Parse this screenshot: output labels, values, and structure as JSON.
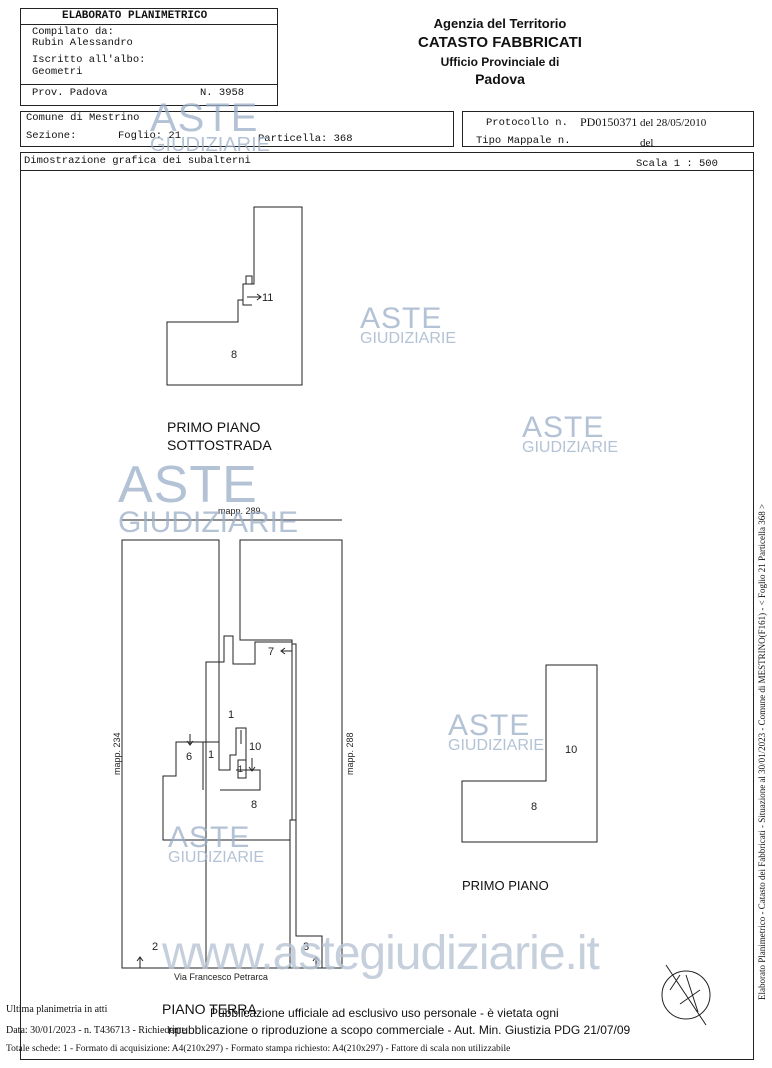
{
  "header": {
    "title": "ELABORATO PLANIMETRICO",
    "compiled_label": "Compilato da:",
    "compiled_by": "Rubin Alessandro",
    "registered_label": "Iscritto all'albo:",
    "registered_value": "Geometri",
    "province": "Prov. Padova",
    "number": "N.  3958",
    "agency_line1": "Agenzia del Territorio",
    "agency_line2": "CATASTO FABBRICATI",
    "agency_line3": "Ufficio Provinciale di",
    "agency_line4": "Padova"
  },
  "info": {
    "comune": "Comune di Mestrino",
    "sezione": "Sezione:",
    "foglio": "Foglio: 21",
    "particella": "Particella: 368",
    "protocollo_label": "Protocollo n.",
    "protocollo_value": "PD0150371",
    "protocollo_date": "del 28/05/2010",
    "tipo_mappale": "Tipo Mappale n.",
    "tipo_del": "del",
    "dimostrazione": "Dimostrazione grafica dei subalterni",
    "scala": "Scala 1 : 500"
  },
  "plans": {
    "sottostrada_title_1": "PRIMO PIANO",
    "sottostrada_title_2": "SOTTOSTRADA",
    "sottostrada_8": "8",
    "sottostrada_11": "11",
    "terra_title": "PIANO TERRA",
    "terra_1a": "1",
    "terra_1b": "1",
    "terra_1c": "1",
    "terra_6": "6",
    "terra_7": "7",
    "terra_8": "8",
    "terra_10": "10",
    "terra_2": "2",
    "terra_3": "3",
    "mapp_289": "mapp. 289",
    "mapp_234": "mapp. 234",
    "mapp_288": "mapp. 288",
    "street": "Via Francesco Petrarca",
    "primo_title": "PRIMO PIANO",
    "primo_10": "10",
    "primo_8": "8"
  },
  "watermark": {
    "brand": "ASTE",
    "brand_sub": "GIUDIZIARIE",
    "url": "www.astegiudiziarie.it",
    "notice_1": "Pubblicazione ufficiale ad esclusivo uso personale - è vietata ogni",
    "notice_2": "ripubblicazione o riproduzione a scopo commerciale - Aut. Min. Giustizia PDG 21/07/09"
  },
  "footer": {
    "ultima": "Ultima planimetria in atti",
    "data_line": "Data: 30/01/2023 - n. T436713 - Richiedente",
    "totale_line": "Totale schede: 1 - Formato di acquisizione: A4(210x297)  - Formato stampa richiesto: A4(210x297) - Fattore di scala non utilizzabile"
  },
  "side_note": "Elaborato Planimetrico - Catasto dei Fabbricati - Situazione al 30/01/2023 - Comune di MESTRINO(F161) - < Foglio 21 Particella 368 >"
}
